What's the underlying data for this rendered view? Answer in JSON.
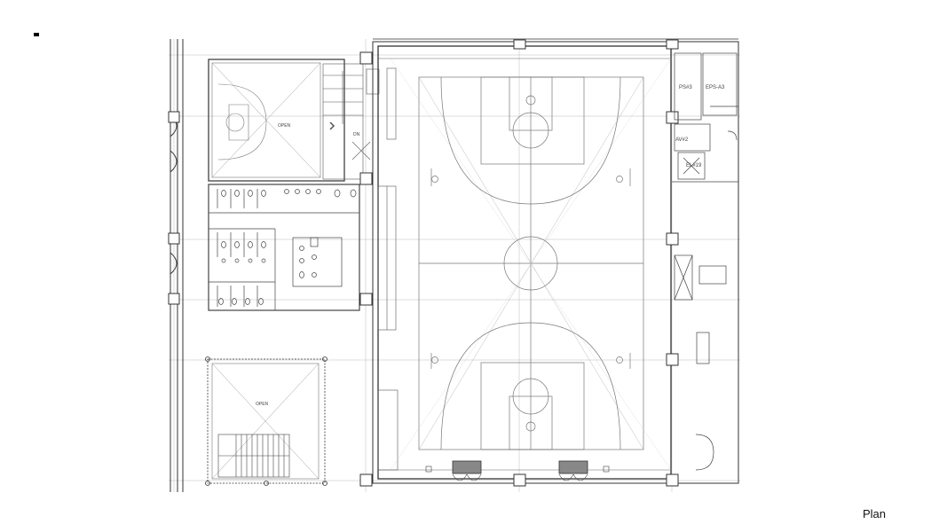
{
  "caption": "Plan",
  "room_labels": {
    "ps": "PS#3",
    "eps": "EPS-A3",
    "av": "AV#2",
    "el": "EL#19",
    "open_upper": "OPEN",
    "open_lower": "OPEN",
    "stair_dn": "DN"
  },
  "colors": {
    "line": "#555555",
    "wall": "#333333",
    "court": "#777777",
    "door_fill": "#888888"
  }
}
